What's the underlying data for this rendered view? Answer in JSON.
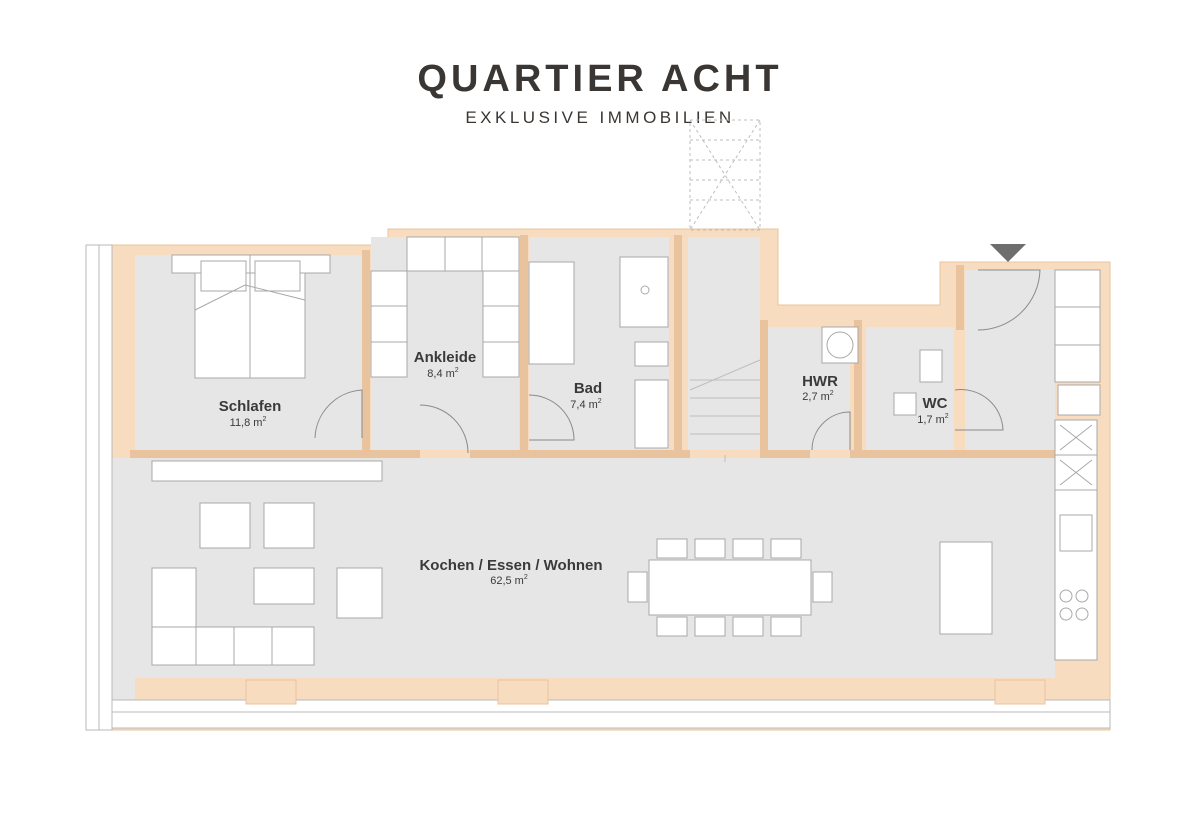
{
  "header": {
    "brand_title": "QUARTIER ACHT",
    "brand_subtitle": "EXKLUSIVE IMMOBILIEN"
  },
  "colors": {
    "wall": "#f7dcc0",
    "wall_stroke": "#e9c39d",
    "floor": "#e6e6e6",
    "furniture": "#ffffff",
    "line": "#8a8a8a",
    "entry_marker": "#6e6e6e"
  },
  "rooms": [
    {
      "id": "schlafen",
      "name": "Schlafen",
      "area": "11,8 m",
      "unit_sup": "2"
    },
    {
      "id": "ankleide",
      "name": "Ankleide",
      "area": "8,4 m",
      "unit_sup": "2"
    },
    {
      "id": "bad",
      "name": "Bad",
      "area": "7,4 m",
      "unit_sup": "2"
    },
    {
      "id": "hwr",
      "name": "HWR",
      "area": "2,7 m",
      "unit_sup": "2"
    },
    {
      "id": "wc",
      "name": "WC",
      "area": "1,7 m",
      "unit_sup": "2"
    },
    {
      "id": "wohnen",
      "name": "Kochen / Essen / Wohnen",
      "area": "62,5 m",
      "unit_sup": "2"
    }
  ]
}
